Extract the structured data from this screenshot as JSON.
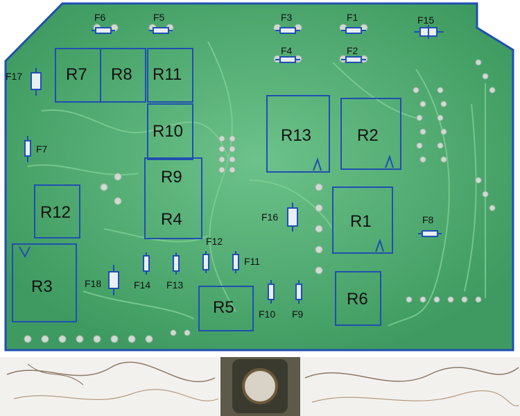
{
  "diagram": {
    "colors": {
      "board": "#3f9e63",
      "board_light": "#5cb87d",
      "trace": "#79c48f",
      "pad": "#c9d6cc",
      "outline": "#1f4fb0",
      "marker": "#2a56b8"
    },
    "relays": {
      "r7": "R7",
      "r8": "R8",
      "r11": "R11",
      "r10": "R10",
      "r9": "R9",
      "r4": "R4",
      "r13": "R13",
      "r2": "R2",
      "r12": "R12",
      "r1": "R1",
      "r3": "R3",
      "r5": "R5",
      "r6": "R6"
    },
    "fuses": {
      "f1": "F1",
      "f2": "F2",
      "f3": "F3",
      "f4": "F4",
      "f5": "F5",
      "f6": "F6",
      "f7": "F7",
      "f8": "F8",
      "f9": "F9",
      "f10": "F10",
      "f11": "F11",
      "f12": "F12",
      "f13": "F13",
      "f14": "F14",
      "f15": "F15",
      "f16": "F16",
      "f17": "F17",
      "f18": "F18"
    }
  }
}
